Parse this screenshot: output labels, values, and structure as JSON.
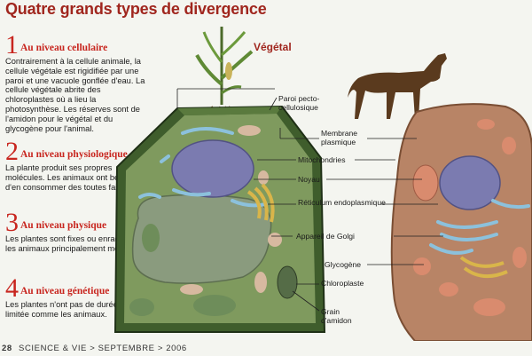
{
  "title": "Quatre grands types de divergence",
  "sections": [
    {
      "number": "1",
      "heading": "Au niveau cellulaire",
      "body": "Contrairement à la cellule animale, la cellule végétale est rigidifiée par une paroi et une vacuole gonflée d'eau. La cellule végétale abrite des chloroplastes où a lieu la photosynthèse. Les réserves sont de l'amidon pour le végétal et du glycogène pour l'animal."
    },
    {
      "number": "2",
      "heading": "Au niveau physiologique",
      "body": "La plante produit ses propres molécules. Les animaux ont besoin d'en consommer des toutes faites."
    },
    {
      "number": "3",
      "heading": "Au niveau physique",
      "body": "Les plantes sont fixes ou enracinées, les animaux principalement mobiles."
    },
    {
      "number": "4",
      "heading": "Au niveau génétique",
      "body": "Les plantes n'ont pas de durée de vie limitée comme les animaux."
    }
  ],
  "diagram": {
    "vegetal_label": "Végétal",
    "labels": {
      "paroi": "Paroi pecto-cellulosique",
      "membrane": "Membrane plasmique",
      "mitochondries": "Mitochondries",
      "noyau": "Noyau",
      "reticulum": "Réticulum endoplasmique",
      "golgi": "Appareil de Golgi",
      "glycogene": "Glycogène",
      "chloroplaste": "Chloroplaste",
      "amidon": "Grain d'amidon"
    },
    "colors": {
      "plant_wall": "#2f4a22",
      "plant_cytoplasm": "#7f9a5e",
      "vacuole": "#8a9b7e",
      "nucleus": "#7b7bb0",
      "reticulum": "#8cc1dc",
      "animal_cytoplasm": "#b88466",
      "golgi": "#d9b54a",
      "title_red": "#a0261e"
    }
  },
  "footer": {
    "page": "28",
    "text": "SCIENCE & VIE > SEPTEMBRE > 2006"
  }
}
